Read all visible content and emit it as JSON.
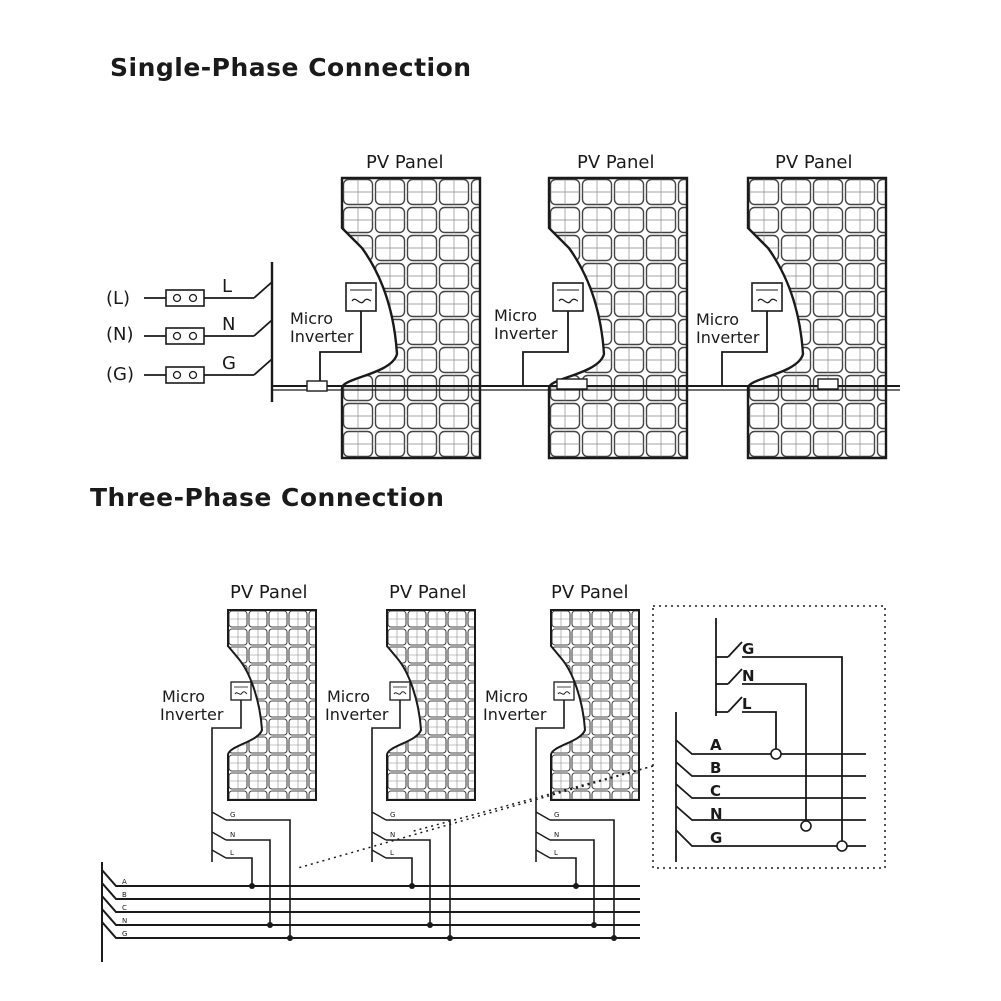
{
  "single_phase": {
    "title": "Single-Phase Connection",
    "panel_label": "PV Panel",
    "inverter_line1": "Micro",
    "inverter_line2": "Inverter",
    "terminals": [
      {
        "code": "(L)",
        "wire": "L"
      },
      {
        "code": "(N)",
        "wire": "N"
      },
      {
        "code": "(G)",
        "wire": "G"
      }
    ]
  },
  "three_phase": {
    "title": "Three-Phase Connection",
    "panel_label": "PV Panel",
    "inverter_line1": "Micro",
    "inverter_line2": "Inverter",
    "drop_labels": [
      "G",
      "N",
      "L"
    ],
    "bus_labels": [
      "A",
      "B",
      "C",
      "N",
      "G"
    ],
    "detail_drop_labels": [
      "G",
      "N",
      "L"
    ],
    "detail_bus_labels": [
      "A",
      "B",
      "C",
      "N",
      "G"
    ]
  },
  "colors": {
    "line": "#1a1a1a",
    "panel_cell": "#444444",
    "background": "#ffffff"
  }
}
